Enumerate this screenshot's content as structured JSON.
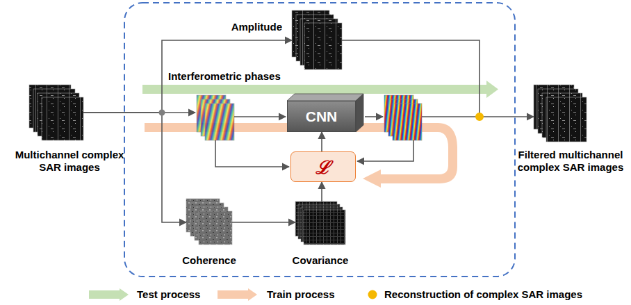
{
  "diagram": {
    "nodes": [
      {
        "text": [
          "Multichannel complex SAR images"
        ]
      },
      {
        "text": [
          "Amplitude"
        ]
      },
      {
        "text": [
          "CNN"
        ]
      },
      {
        "text": [
          "ℒ"
        ]
      },
      {
        "text": [
          "Coherence"
        ]
      },
      {
        "text": [
          "Covariance"
        ]
      },
      {
        "text": [
          "Filtered multichannel complex SAR images"
        ]
      }
    ],
    "edges": [
      {
        "from": 0,
        "to": 1,
        "arrow": "to"
      },
      {
        "from": 0,
        "to": 4,
        "arrow": "to"
      },
      {
        "from": 4,
        "to": 5,
        "arrow": "to"
      },
      {
        "from": 5,
        "to": 3,
        "arrow": "to"
      },
      {
        "from": 3,
        "to": 2,
        "arrow": "to"
      },
      {
        "from": 1,
        "to": 6,
        "arrow": "to"
      }
    ],
    "labels": [
      "Interferometric phases"
    ],
    "legend": [
      {
        "text": "Test process",
        "color": "#c5e0b4"
      },
      {
        "text": "Train process",
        "color": "#f8cbad"
      },
      {
        "text": "Reconstruction of complex SAR images",
        "color": "#f5b800"
      }
    ]
  }
}
